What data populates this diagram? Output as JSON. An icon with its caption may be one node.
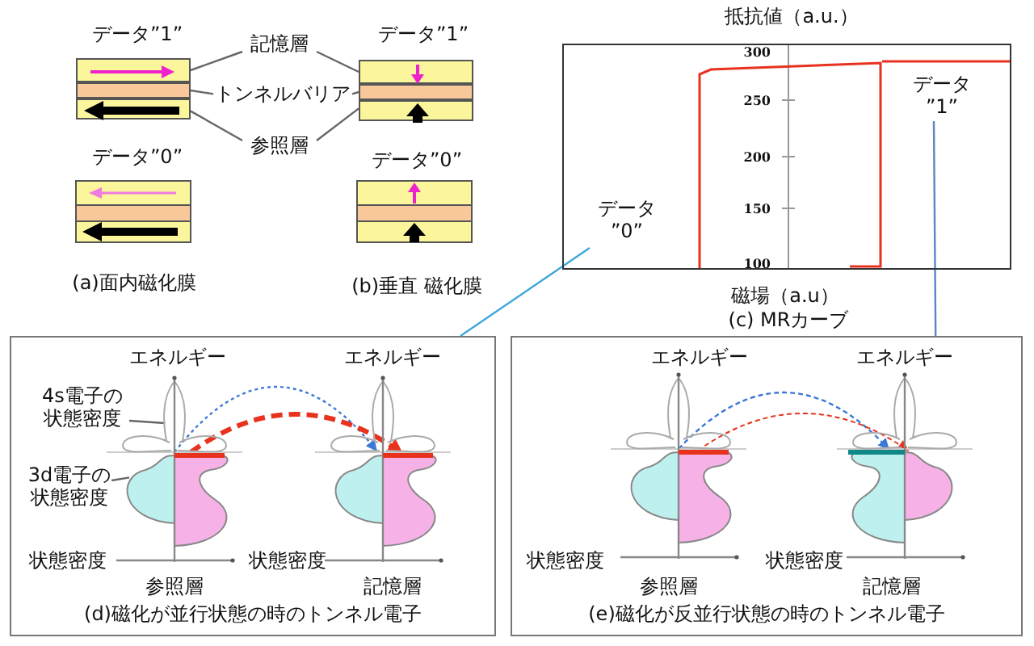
{
  "diagram": {
    "nodes": [
      {
        "text": [
          "記憶層"
        ]
      },
      {
        "text": [
          "トンネルバリア"
        ]
      },
      {
        "text": [
          "参照層"
        ]
      },
      {
        "text": [],
        "shape": "bar"
      },
      {
        "text": [],
        "shape": "bar"
      },
      {
        "text": [],
        "shape": "bar"
      },
      {
        "text": [],
        "shape": "bar"
      },
      {
        "text": [],
        "shape": "bar"
      },
      {
        "text": [],
        "shape": "bar"
      },
      {
        "text": [],
        "shape": "box",
        "beside": [
          "(c) MRカーブ"
        ]
      },
      {
        "text": [
          "データ ”0”"
        ],
        "in": 9
      },
      {
        "text": [
          "データ ”1”"
        ],
        "in": 9
      },
      {
        "text": [
          "(d)磁化が並行状態の時のトンネル電子"
        ]
      },
      {
        "text": [
          "4s電子の状態密度"
        ],
        "in": 12
      },
      {
        "text": [
          "3d電子の状態密度"
        ],
        "in": 12
      },
      {
        "text": [],
        "shape": "picture",
        "in": 12
      },
      {
        "text": [],
        "shape": "picture",
        "in": 12
      },
      {
        "text": [
          "(e)磁化が反並行状態の時のトンネル電子"
        ]
      },
      {
        "text": [],
        "shape": "picture",
        "in": 17
      },
      {
        "text": [],
        "shape": "picture",
        "in": 17
      }
    ],
    "edges": [
      {
        "from": 0,
        "to": 3,
        "arrow": "none"
      },
      {
        "from": 0,
        "to": 6,
        "arrow": "none"
      },
      {
        "from": 1,
        "to": 4,
        "arrow": "none"
      },
      {
        "from": 1,
        "to": 7,
        "arrow": "none"
      },
      {
        "from": 2,
        "to": 5,
        "arrow": "none"
      },
      {
        "from": 2,
        "to": 8,
        "arrow": "none"
      },
      {
        "from": 10,
        "to": 12,
        "arrow": "none",
        "color": "#3fa7dc"
      },
      {
        "from": 11,
        "to": 17,
        "arrow": "none",
        "color": "#5b86c5"
      },
      {
        "from": 13,
        "to": 15,
        "arrow": "none"
      },
      {
        "from": 14,
        "to": 15,
        "arrow": "none"
      },
      {
        "from": 15,
        "to": 16,
        "arrow": "to",
        "style": "dashed",
        "color": "#3c78d8"
      },
      {
        "from": 15,
        "to": 16,
        "arrow": "to",
        "style": "dashed",
        "color": "#e8321e"
      },
      {
        "from": 18,
        "to": 19,
        "arrow": "to",
        "style": "dashed",
        "color": "#3c78d8"
      },
      {
        "from": 18,
        "to": 19,
        "arrow": "to",
        "style": "dashed",
        "color": "#e8321e"
      }
    ],
    "labels": [
      "データ”1”",
      "データ”1”",
      "データ”0”",
      "データ”0”",
      "(a)面内磁化膜",
      "(b)垂直 磁化膜",
      "抵抗値（a.u.）",
      "300",
      "250",
      "200",
      "150",
      "100",
      "磁場（a.u）",
      "エネルギー",
      "エネルギー",
      "状態密度",
      "状態密度",
      "参照層",
      "記憶層",
      "エネルギー",
      "エネルギー",
      "状態密度",
      "状態密度",
      "参照層",
      "記憶層"
    ]
  }
}
